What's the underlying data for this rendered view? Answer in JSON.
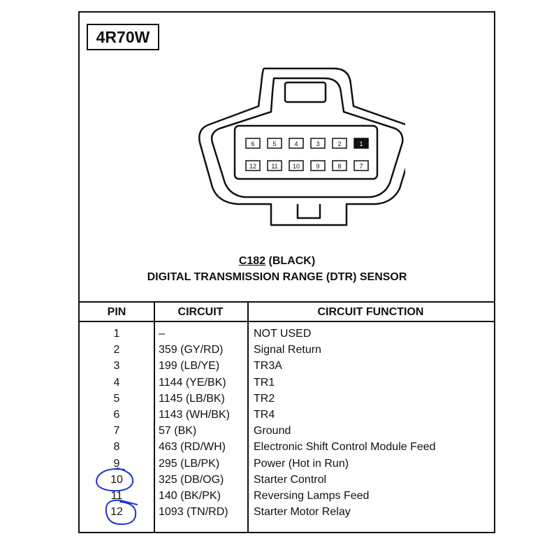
{
  "model": "4R70W",
  "connector": {
    "id": "C182",
    "color": "(BLACK)",
    "name": "DIGITAL TRANSMISSION RANGE (DTR) SENSOR",
    "top_row": [
      "6",
      "5",
      "4",
      "3",
      "2",
      "1"
    ],
    "bottom_row": [
      "12",
      "11",
      "10",
      "9",
      "8",
      "7"
    ]
  },
  "table": {
    "headers": [
      "PIN",
      "CIRCUIT",
      "CIRCUIT FUNCTION"
    ],
    "rows": [
      {
        "pin": "1",
        "circuit": "–",
        "function": "NOT USED"
      },
      {
        "pin": "2",
        "circuit": "359 (GY/RD)",
        "function": "Signal Return"
      },
      {
        "pin": "3",
        "circuit": "199 (LB/YE)",
        "function": "TR3A"
      },
      {
        "pin": "4",
        "circuit": "1144 (YE/BK)",
        "function": "TR1"
      },
      {
        "pin": "5",
        "circuit": "1145 (LB/BK)",
        "function": "TR2"
      },
      {
        "pin": "6",
        "circuit": "1143 (WH/BK)",
        "function": "TR4"
      },
      {
        "pin": "7",
        "circuit": "57 (BK)",
        "function": "Ground"
      },
      {
        "pin": "8",
        "circuit": "463 (RD/WH)",
        "function": "Electronic Shift Control Module Feed"
      },
      {
        "pin": "9",
        "circuit": "295 (LB/PK)",
        "function": "Power (Hot in Run)"
      },
      {
        "pin": "10",
        "circuit": "325 (DB/OG)",
        "function": "Starter Control"
      },
      {
        "pin": "11",
        "circuit": "140 (BK/PK)",
        "function": "Reversing Lamps Feed"
      },
      {
        "pin": "12",
        "circuit": "1093 (TN/RD)",
        "function": "Starter Motor Relay"
      }
    ]
  },
  "annotation_color": "#1f2fd6",
  "circled_pins": [
    "10",
    "12"
  ]
}
